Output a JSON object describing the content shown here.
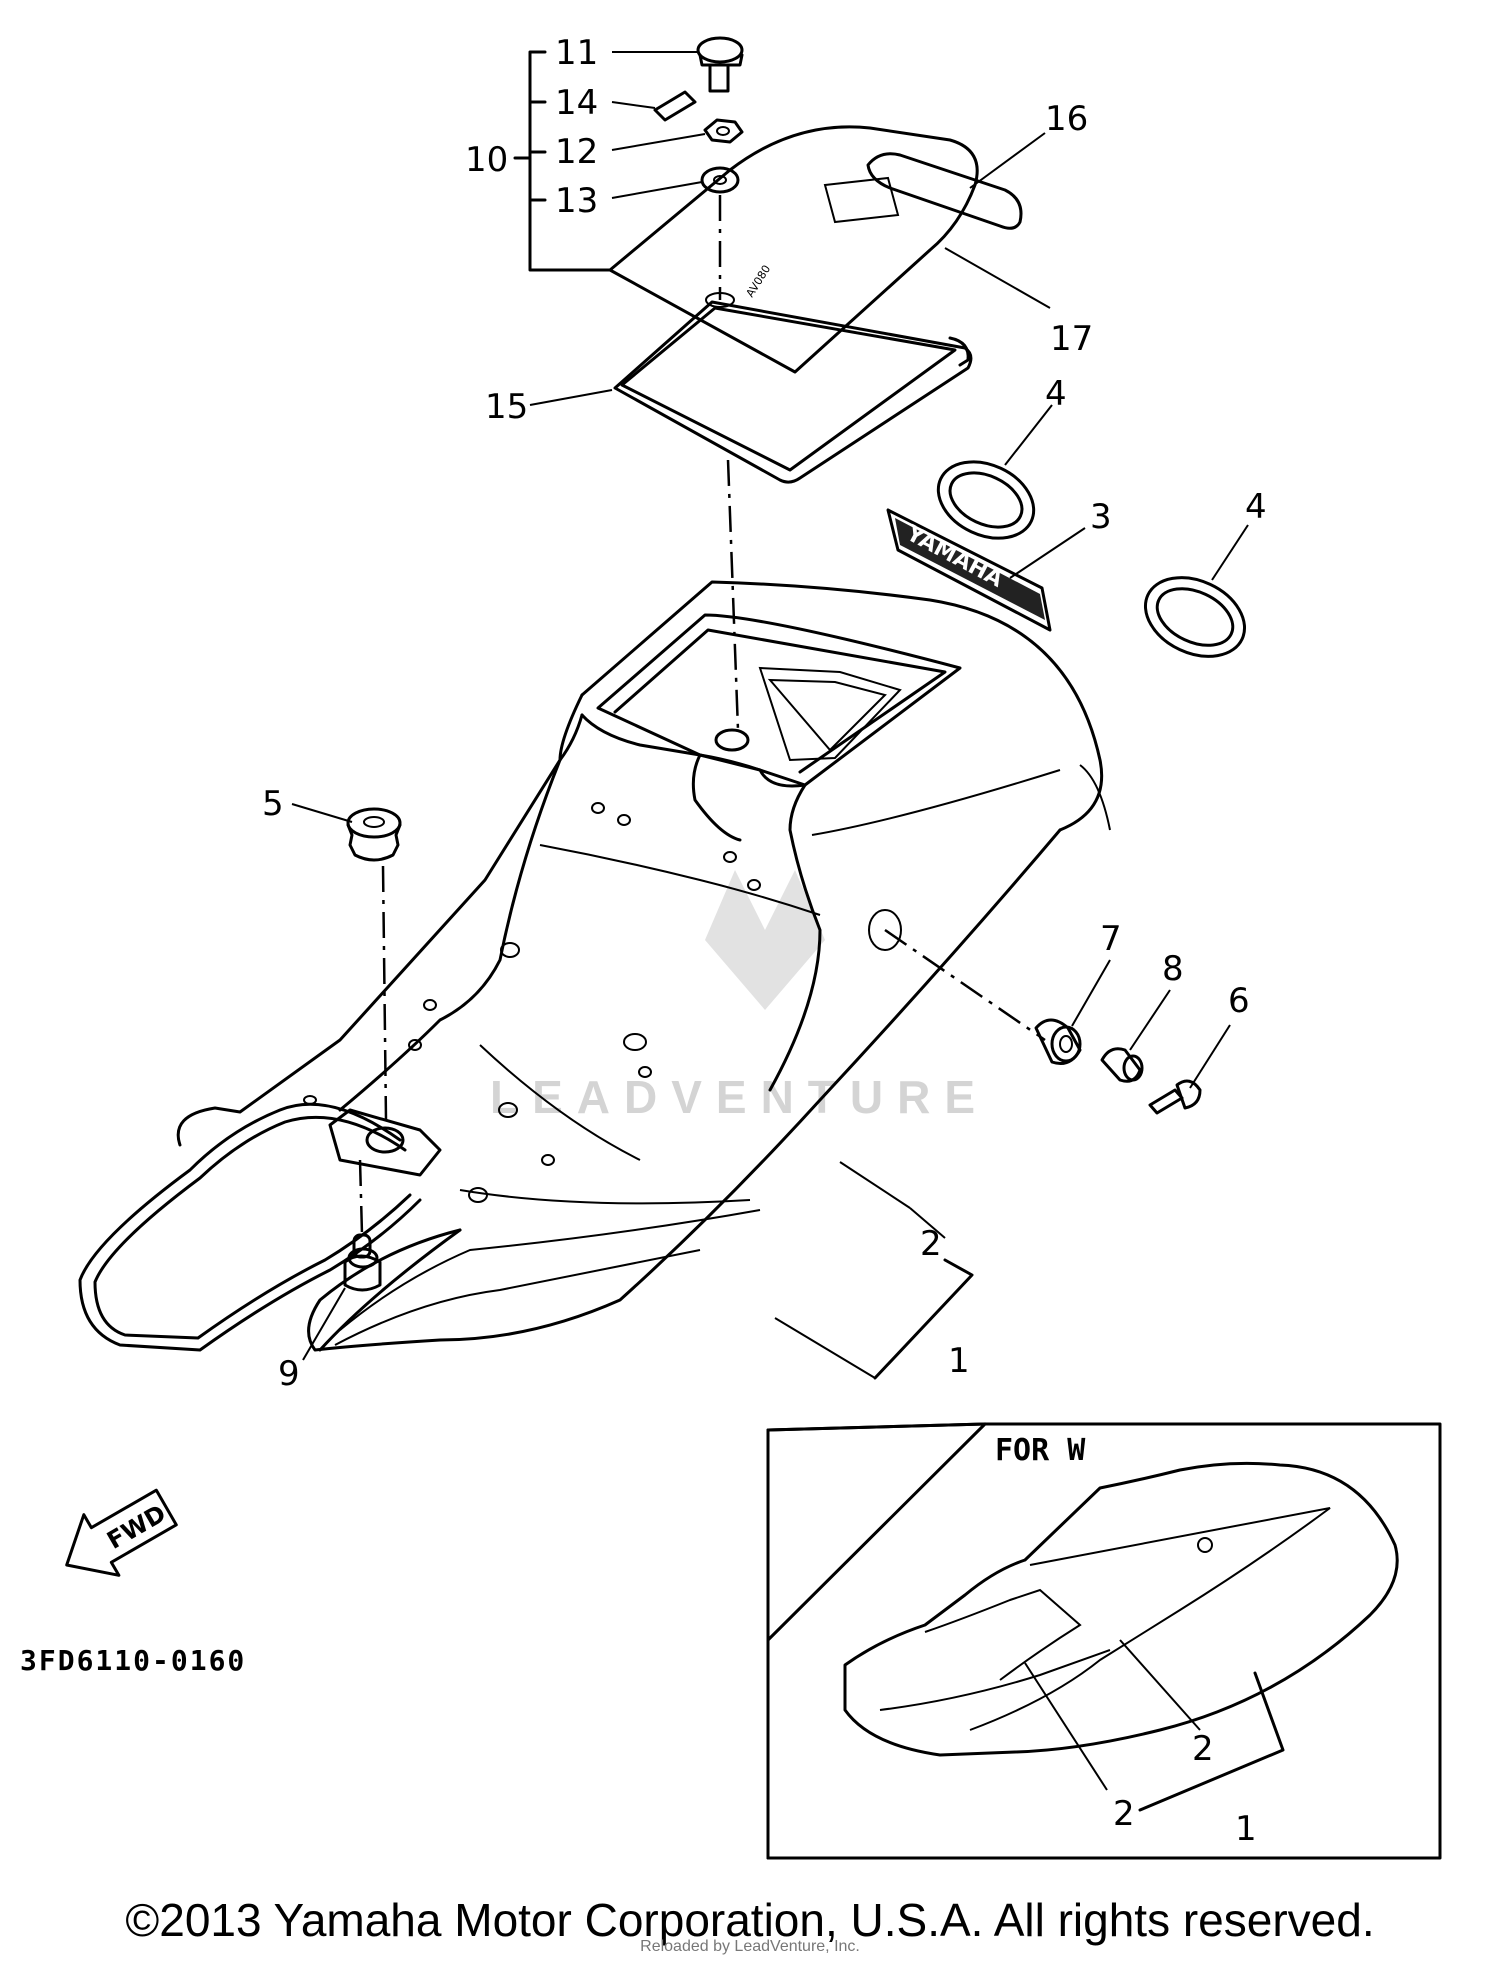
{
  "diagram": {
    "callouts": {
      "c1": "1",
      "c2": "2",
      "c3": "3",
      "c4a": "4",
      "c4b": "4",
      "c5": "5",
      "c6": "6",
      "c7": "7",
      "c8": "8",
      "c9": "9",
      "c10": "10",
      "c11": "11",
      "c12": "12",
      "c13": "13",
      "c14": "14",
      "c15": "15",
      "c16": "16",
      "c17": "17"
    },
    "fwd_label": "FWD",
    "decal_text": "YAMAHA",
    "figure_code": "3FD6110-0160",
    "watermark": "LEADVENTURE",
    "inset": {
      "title": "FOR W",
      "c2a": "2",
      "c2b": "2",
      "c1": "1"
    }
  },
  "footer": {
    "copyright": "©2013 Yamaha Motor Corporation, U.S.A. All rights reserved.",
    "sub_credit": "Reloaded by LeadVenture, Inc."
  },
  "colors": {
    "line": "#000000",
    "background": "#ffffff",
    "watermark": "#d4d4d4"
  }
}
